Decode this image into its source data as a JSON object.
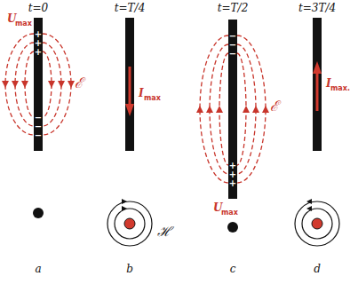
{
  "diagram": {
    "labels": [
      "t=0",
      "t=T/4",
      "t=T/2",
      "t=3T/4",
      "U",
      "max",
      "+++",
      "−−−",
      "ℰ",
      "I",
      "max",
      "−−−",
      "+++",
      "ℰ",
      "U",
      "max",
      "I",
      "max.",
      "ℋ",
      "a",
      "b",
      "c",
      "d"
    ]
  }
}
